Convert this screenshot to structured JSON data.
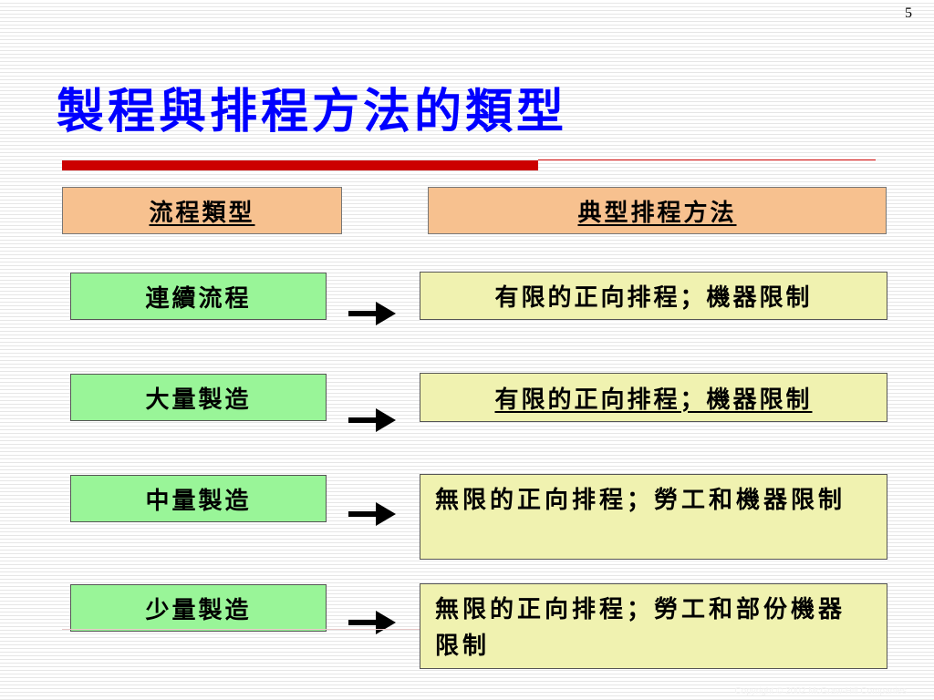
{
  "slide": {
    "page_number": "5",
    "title": "製程與排程方法的類型",
    "watermark": "Copyright © 2002 McGraw-Hill Companies"
  },
  "headers": {
    "process_type": "流程類型",
    "scheduling_method": "典型排程方法"
  },
  "rows": [
    {
      "process": "連續流程",
      "method": "有限的正向排程；機器限制"
    },
    {
      "process": "大量製造",
      "method": "有限的正向排程；機器限制"
    },
    {
      "process": "中量製造",
      "method": "無限的正向排程；勞工和機器限制"
    },
    {
      "process": "少量製造",
      "method": "無限的正向排程；勞工和部份機器限制"
    }
  ],
  "colors": {
    "title": "#0000ff",
    "accent_rule": "#cc0000",
    "header_fill": "#f7c18f",
    "process_fill": "#99f598",
    "method_fill": "#f0f2b0"
  },
  "icons": {
    "row_arrow": "right-arrow-icon"
  }
}
